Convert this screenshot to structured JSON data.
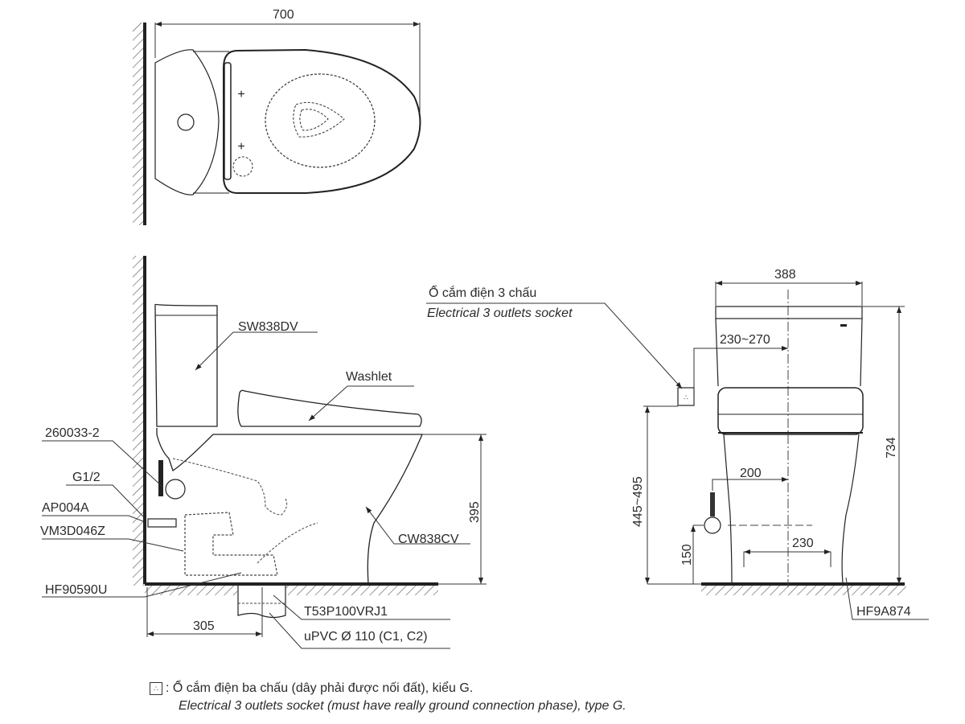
{
  "top_view": {
    "dim_width": "700"
  },
  "side_view": {
    "labels": {
      "tank": "SW838DV",
      "washlet": "Washlet",
      "bowl": "CW838CV",
      "p1": "260033-2",
      "p2": "G1/2",
      "p3": "AP004A",
      "p4": "VM3D046Z",
      "p5": "HF90590U",
      "p6": "T53P100VRJ1",
      "p7": "uPVC Ø 110 (C1, C2)"
    },
    "dims": {
      "rough_in": "305",
      "seat_height": "395"
    }
  },
  "front_view": {
    "socket_label_vi": "Ổ cắm điện 3 chấu",
    "socket_label_en": "Electrical 3 outlets socket",
    "dims": {
      "width": "388",
      "socket_offset": "230~270",
      "socket_height": "445~495",
      "total_height": "734",
      "supply_offset": "200",
      "supply_height": "150",
      "bolt_spacing": "230"
    },
    "part": "HF9A874"
  },
  "note": {
    "symbol": "socket-symbol",
    "line_vi": ": Ổ cắm điện ba chấu (dây phải được nối đất), kiểu G.",
    "line_en": "Electrical 3 outlets socket (must have really ground connection phase), type G."
  }
}
